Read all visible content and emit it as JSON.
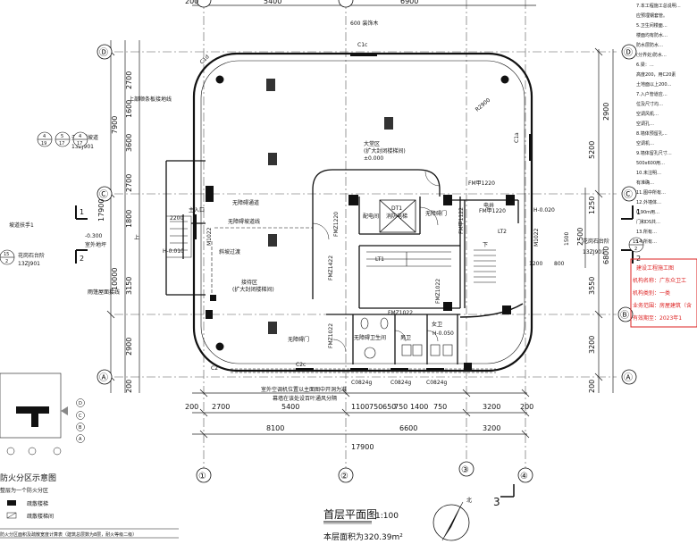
{
  "grid": {
    "cols": [
      "①",
      "②",
      "③",
      "④"
    ],
    "rows": [
      "Ⓐ",
      "Ⓑ",
      "Ⓒ",
      "Ⓓ"
    ],
    "top_dims": [
      "200",
      "5400",
      "6900"
    ],
    "bottom_dims_1": [
      "200",
      "2700",
      "5400",
      "1100",
      "750",
      "650",
      "750",
      "1400",
      "750",
      "3200",
      "200"
    ],
    "bottom_dims_2": [
      "8100",
      "6600",
      "3200"
    ],
    "bottom_total": "17900",
    "left_dims": [
      "2700",
      "3600",
      "1600",
      "2700",
      "7900",
      "17900",
      "1800",
      "10000",
      "3150",
      "2900",
      "200"
    ],
    "right_dims": [
      "5200",
      "2900",
      "1250",
      "6800",
      "2500",
      "3550",
      "3200",
      "200"
    ]
  },
  "labels": {
    "top_wall": "600 装饰木",
    "c1c": "C1c",
    "c1a": "C1a",
    "c2c": "C2c",
    "c2": "C2",
    "c1d": "C1d",
    "r_arc": "R2900",
    "hall_top_1": "大堂区",
    "hall_top_2": "(扩大封闭楼梯间)",
    "hall_top_3": "±0.000",
    "hall_bottom_1": "接待区",
    "hall_bottom_2": "(扩大封闭楼梯间)",
    "hall_left": "无障碍坡道线",
    "ramp": "无障碍通道",
    "rail": "斜坡过渡",
    "dt1": "DT1",
    "elevator": "消防电梯",
    "lt1": "LT1",
    "lt2": "LT2",
    "fm_a": "FMZ1220",
    "fm_b": "FM甲1220",
    "fm_c": "FM甲1122",
    "fm_d": "FMZ1422",
    "fm_e": "FMZ1022",
    "fm_f": "FMZ1022",
    "fm_g": "FMZ1022",
    "m_a": "M1022",
    "m_b": "M1022",
    "elec_room": "配电间",
    "well": "电井",
    "toilet_a": "无障碍卫生间",
    "toilet_b": "男卫",
    "toilet_c": "女卫",
    "h1": "H-0.020",
    "h2": "H-0.050",
    "h3": "H-0.010",
    "h4": "-0.300",
    "c0824_a": "C0824g",
    "c0824_b": "C0824g",
    "c0824_c": "C0824g",
    "acc_door_a": "无障碍门",
    "acc_door_b": "无障碍门",
    "outdoor_1": "室外空调机位置以主面图中开洞为准",
    "outdoor_2": "幕墙在该处设百叶通风分隔",
    "entrance": "主入口",
    "left_upper_note": "上部顺条板接地线",
    "left_ramp": "无障碍坡道",
    "left_13j1": "13ZJ901",
    "left_note_2": "室外地坪",
    "left_note_3": "花岗石台阶",
    "left_13j2": "13ZJ901",
    "left_note_4": "雨篷屋面接线",
    "left_slope": "坡道扶手1",
    "right_note": "花岗石台阶",
    "right_13j": "13ZJ901",
    "right_dim_1200": "1200",
    "right_dim_800": "800",
    "right_dim_2200": "2200",
    "right_1500": "1500",
    "fm_1220_top": "FM甲1220",
    "fire_title": "防火分区示意图",
    "fire_sub": "整层为一个防火分区",
    "fire_leg_1": "疏散楼梯",
    "fire_leg_2": "疏散楼梯间",
    "fire_table": "防火分区面积及疏散宽度计算表（建筑总层数为8层，耐火等级二级）",
    "plan_title": "首层平面图",
    "plan_scale": "1:100",
    "area_label": "本层面积为320.39m²",
    "north": "北",
    "page_num": "3",
    "stamp_1": "建设工程施工图",
    "stamp_2": "机构名称：广东众卫工",
    "stamp_3": "机构类别：一类",
    "stamp_4": "业务范围：房屋建筑（含",
    "stamp_5": "有效期至：2023年1",
    "notes": [
      "7.本工程施工总说明…",
      "应预埋钢套管。",
      "5.卫生间楼面…",
      "楼面均有防水…",
      "防水层防水…",
      "(分界处)防水…",
      "6.梁：…",
      "高度200，用C20素",
      "土地面以上200…",
      "7.入户管道应…",
      "位及尺寸均…",
      "空调风机…",
      "空调孔…",
      "8.墙体预留孔…",
      "空调机…",
      "9.墙体留孔尺寸…",
      "500x600用…",
      "10.未注明…",
      "有准确…",
      "11.图中所有…",
      "12.外墙体…",
      "0.90m用…",
      "门和DS共…",
      "13.所有…",
      "14.所有…"
    ],
    "bubble_a_1": "4",
    "bubble_a_2": "19",
    "bubble_b_1": "5",
    "bubble_b_2": "17",
    "bubble_c_1": "4",
    "bubble_c_2": "17",
    "bubble_d_1": "15",
    "bubble_d_2": "2",
    "bubble_e_1": "15",
    "bubble_e_2": "2",
    "sec_1_l": "1",
    "sec_1_r": "1",
    "sec_2_l": "2",
    "sec_2_r": "2",
    "fire_bubbles": [
      "D",
      "C",
      "B",
      "A"
    ],
    "mark_up": "上",
    "mark_down": "下"
  }
}
